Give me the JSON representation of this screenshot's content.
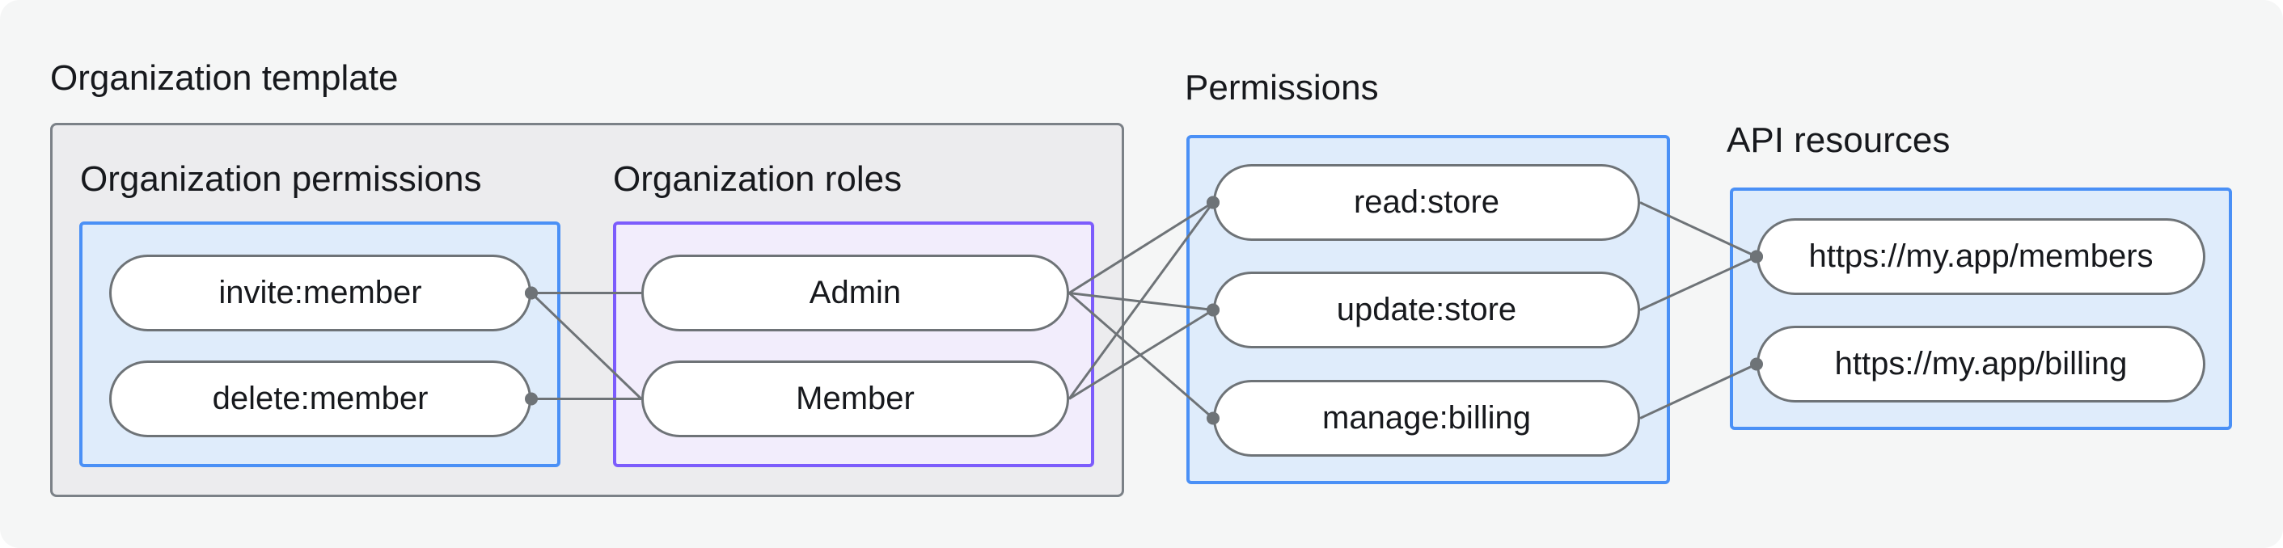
{
  "colors": {
    "canvas-bg": "#f5f6f6",
    "text": "#17191d",
    "gray-fill": "#ececee",
    "gray-border": "#7b8187",
    "blue-fill": "#dfecfb",
    "blue-border": "#4a90f6",
    "purple-fill": "#f2edfc",
    "purple-border": "#7c5cfc",
    "pill-fill": "#ffffff",
    "pill-border": "#6e7377",
    "line": "#6e7377"
  },
  "groups": {
    "org_template": {
      "label": "Organization template"
    },
    "org_permissions": {
      "label": "Organization permissions",
      "items": [
        "invite:member",
        "delete:member"
      ]
    },
    "org_roles": {
      "label": "Organization roles",
      "items": [
        "Admin",
        "Member"
      ]
    },
    "permissions": {
      "label": "Permissions",
      "items": [
        "read:store",
        "update:store",
        "manage:billing"
      ]
    },
    "api_resources": {
      "label": "API resources",
      "items": [
        "https://my.app/members",
        "https://my.app/billing"
      ]
    }
  },
  "edges": [
    {
      "from": "invite-member",
      "to": "admin",
      "dot": "from"
    },
    {
      "from": "invite-member",
      "to": "member",
      "dot": "from"
    },
    {
      "from": "delete-member",
      "to": "member",
      "dot": "from"
    },
    {
      "from": "admin",
      "to": "read-store",
      "dot": "to"
    },
    {
      "from": "admin",
      "to": "update-store",
      "dot": "to"
    },
    {
      "from": "admin",
      "to": "manage-billing",
      "dot": "to"
    },
    {
      "from": "member",
      "to": "read-store",
      "dot": "to"
    },
    {
      "from": "member",
      "to": "update-store",
      "dot": "to"
    },
    {
      "from": "read-store",
      "to": "api-members",
      "dot": "to"
    },
    {
      "from": "update-store",
      "to": "api-members",
      "dot": "to"
    },
    {
      "from": "manage-billing",
      "to": "api-billing",
      "dot": "to"
    }
  ],
  "edge_style": {
    "stroke_width": 3,
    "dot_radius": 8
  }
}
